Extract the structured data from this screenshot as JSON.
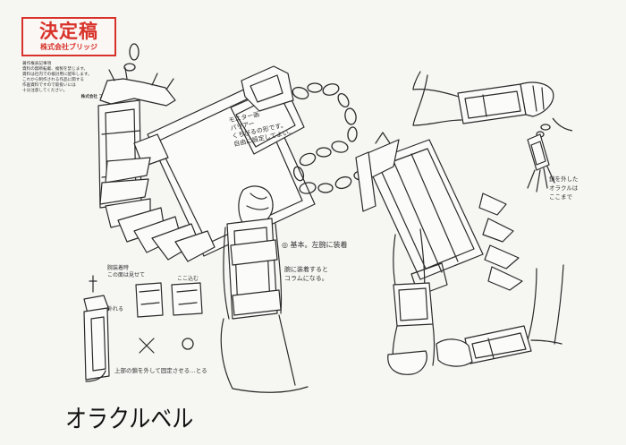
{
  "stamp": {
    "title": "決定稿",
    "company": "株式会社ブリッジ"
  },
  "notice": {
    "heading": "著作権表記事項",
    "lines": [
      "資料の無断転載、複製を禁じます。",
      "資料は社内での検討用に配布します。",
      "これから制作される作品に関する",
      "作画資料ですので取扱いには",
      "十分注意してください。"
    ],
    "company": "株式会社 ブリッジ"
  },
  "notes": {
    "screen_box": [
      "モニター画",
      "パリアー",
      "くちびるの形です。",
      "自由に設定してよい。"
    ],
    "basic_left_arm": "◎ 基本。左腕に装着",
    "wrist_attach": [
      "腕に装着すると",
      "コラムになる。"
    ],
    "crest_label": [
      "腕装着時",
      "この面は見せて"
    ],
    "back_label": "ここ込む",
    "hardware_label": "外れる",
    "fix_note": "上部の鎖を外して固定させる…とる",
    "chain_detail": [
      "鎖を外した",
      "オラクルは",
      "ここまで"
    ]
  },
  "title": "オラクルベル"
}
